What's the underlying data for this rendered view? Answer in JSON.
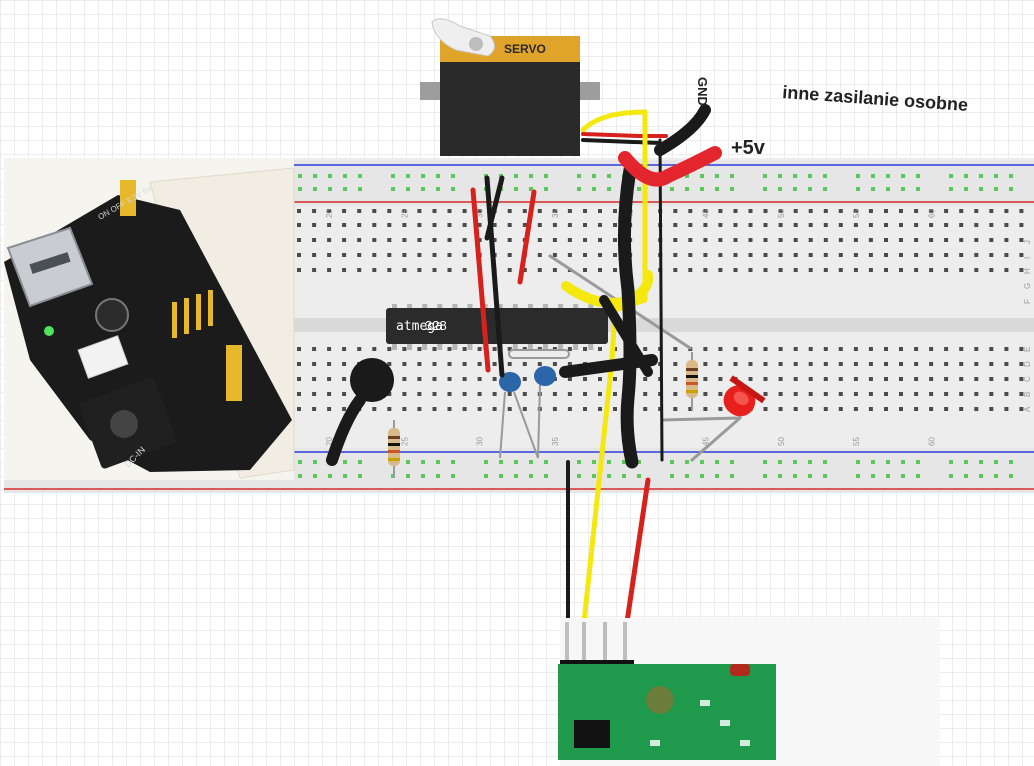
{
  "annotations": {
    "gnd": "GND",
    "plus5v": "+5v",
    "note": "inne zasilanie osobne"
  },
  "servo": {
    "label": "SERVO"
  },
  "chip": {
    "label_prefix": "atmega",
    "label_suffix": "328"
  },
  "breadboard": {
    "column_numbers": [
      "20",
      "25",
      "30",
      "35",
      "40",
      "45",
      "50",
      "55",
      "60"
    ],
    "row_letters_top": [
      "J",
      "I",
      "H",
      "G",
      "F"
    ],
    "row_letters_bottom": [
      "E",
      "D",
      "C",
      "B",
      "A"
    ]
  },
  "power_module": {
    "silk_top": "ON OFF 3.3V 5V",
    "silk_bottom": "DC-IN"
  },
  "colors": {
    "wire_red": "#d6211c",
    "wire_yellow": "#f4e80f",
    "wire_black": "#1a1a1a",
    "wire_gray": "#9a9a9a",
    "led": "#e8201d",
    "chip_body": "#2b2b2b",
    "pcb_green": "#1f9a4c",
    "rail_blue": "#2a3fd8",
    "rail_red": "#d62a2a"
  }
}
